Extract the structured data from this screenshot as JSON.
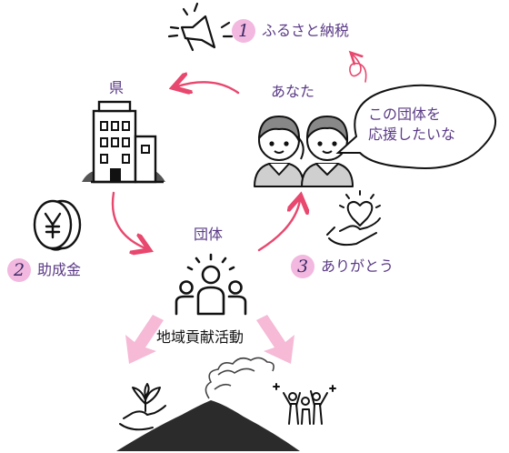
{
  "labels": {
    "prefecture": "県",
    "you": "あなた",
    "group": "団体",
    "activity": "地域貢献活動"
  },
  "steps": [
    {
      "num": "1",
      "text": "ふるさと納税"
    },
    {
      "num": "2",
      "text": "助成金"
    },
    {
      "num": "3",
      "text": "ありがとう"
    }
  ],
  "bubble": {
    "line1": "この団体を",
    "line2": "応援したいな"
  },
  "icons": {
    "megaphone": "megaphone-icon",
    "building": "building-icon",
    "yen_coin": "yen-coin-icon",
    "people": "two-people-icon",
    "heart_hand": "heart-hand-icon",
    "group": "group-icon",
    "plant_hand": "plant-hand-icon",
    "volcano": "volcano-icon",
    "celebration": "celebrating-people-icon"
  },
  "colors": {
    "arrow": "#e8476e",
    "pink_arrow": "#f6b9d6",
    "badge": "#f2b8df",
    "text": "#5a3a86"
  }
}
